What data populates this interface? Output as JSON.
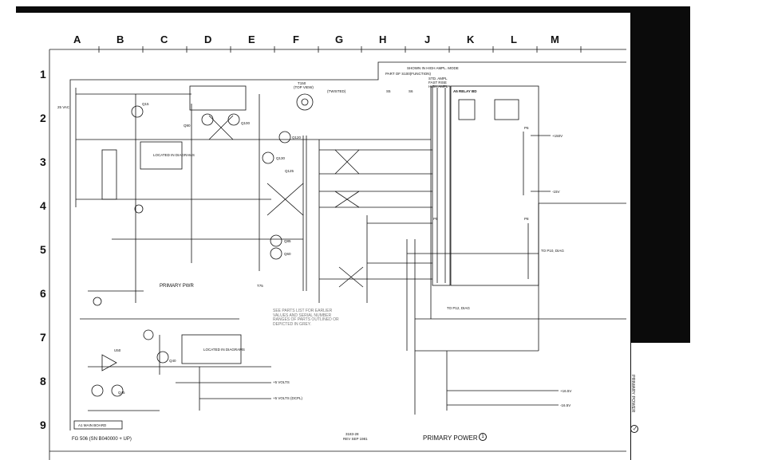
{
  "columns": [
    "A",
    "B",
    "C",
    "D",
    "E",
    "F",
    "G",
    "H",
    "J",
    "K",
    "L",
    "M"
  ],
  "rows": [
    "1",
    "2",
    "3",
    "4",
    "5",
    "6",
    "7",
    "8",
    "9"
  ],
  "labels": {
    "mode_note": "SHOWN IN HIGH AMPL. MODE",
    "part_of": "PART OF S100(FUNCTION)",
    "std_ampl": "STD. AMPL",
    "fast_rise": "FAST RISE",
    "high_ampl": "HIGH AMPL",
    "relay_bd": "A5 RELAY BD",
    "t150": "T150",
    "top_view": "(TOP VIEW)",
    "twisted": "(TWISTED)",
    "primary_pwr": "PRIMARY PWR",
    "located_diagrams_1": "LOCATED IN DIAGRAMS",
    "located_diagrams_2": "LOCATED IN DIAGRAMS",
    "u50": "U50",
    "q15": "Q15",
    "q90": "Q90",
    "q100": "Q100",
    "q120": "Q120",
    "q125": "Q125",
    "q130": "Q130",
    "q85": "Q85",
    "q60": "Q60",
    "q40": "Q40",
    "q45": "Q45",
    "vac": "25 VAC",
    "plus_5_volts": "+5 VOLTS",
    "plus_5_volts_dcpl": "+5 VOLTS (DCPL)",
    "plus_150v": "+150V",
    "minus_15v": "-15V",
    "plus_16_5v": "+16.5V",
    "minus_16_5v": "-16.5V",
    "p10_diag": "TO P10, DIAG",
    "p12_diag": "TO P12, DIAG",
    "t75": "T75",
    "see_parts": "SEE PARTS LIST FOR EARLIER VALUES AND SERIAL NUMBER RANGES OF PARTS OUTLINED OR DEPICTED IN GREY.",
    "a1_main_board": "A1 MAIN BOARD",
    "fig_ref": "FG 506 (SN B040000 + UP)",
    "doc_num": "3183-28",
    "rev": "REV SEP 1981",
    "title": "PRIMARY POWER",
    "title_num": "1",
    "sidebar": "PRIMARY POWER",
    "sidebar_num": "1",
    "p6": "P6",
    "p8": "P8",
    "p5": "P5",
    "s5": "S5",
    "s6": "S6"
  }
}
